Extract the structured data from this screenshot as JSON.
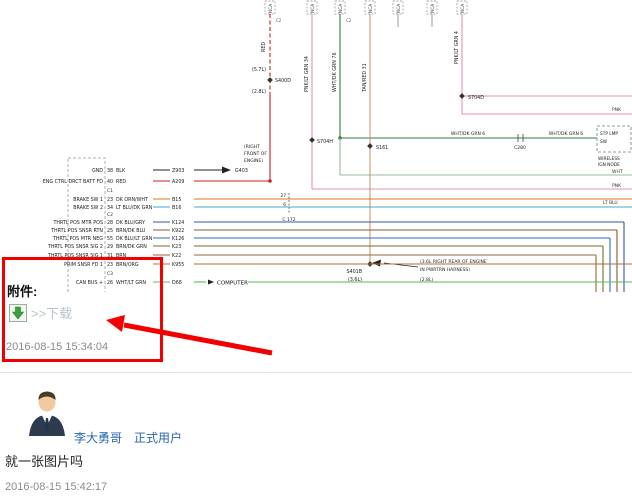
{
  "diagram": {
    "connector_top": {
      "nca": "NCA",
      "c2": "C2"
    },
    "splices": {
      "s400d": "S400D",
      "s704h": "S704H",
      "s704d": "S704D",
      "s161": "S161",
      "s401b": "S401B",
      "s401b_eng": "(3.6L)"
    },
    "wire_labels": {
      "red": "RED",
      "pnk34": "PNK/LT GRN 34",
      "wht76": "WHT/DK GRN 76",
      "tan31": "TAN/RED 31",
      "pnk4": "PNK/LT GRN 4",
      "eng57": "(5.7L)",
      "eng28": "(2.8L)"
    },
    "right": {
      "whtdkgrn6": "WHT/DK GRN 6",
      "c280": "C280",
      "pnk": "PNK",
      "wht": "WHT",
      "ltblu": "LT BLU",
      "stp1": "STP LMP",
      "stp2": "SW",
      "win1": "WIRELESS",
      "win2": "IGN NODE"
    },
    "ground": {
      "g403": "G403",
      "loc1": "(RIGHT",
      "loc2": "FRONT OF",
      "loc3": "ENGINE)"
    },
    "c172": {
      "label": "C 172",
      "pin_top": "27",
      "pin_bot": "6"
    },
    "note": {
      "line1": "(3.6L RIGHT REAR OF ENGINE",
      "line2": "IN PWRTRN HARNESS)",
      "eng28": "(2.8L)"
    },
    "computer": "COMPUTER",
    "connectors": {
      "c1": "C1",
      "c2": "C2",
      "c3": "C3"
    },
    "rows": [
      {
        "label": "GND",
        "pin": "38",
        "color": "BLK",
        "circuit": "Z903"
      },
      {
        "label": "ENG CTRL DRCT BATT FD",
        "pin": "40",
        "color": "RED",
        "circuit": "A209"
      },
      {
        "label": "BRAKE SW 1",
        "pin": "23",
        "color": "DK ORN/WHT",
        "circuit": "B15"
      },
      {
        "label": "BRAKE SW 2",
        "pin": "34",
        "color": "LT BLU/DK GRN",
        "circuit": "B16"
      },
      {
        "label": "THRTL POS MTR POS",
        "pin": "28",
        "color": "DK BLU/GRY",
        "circuit": "K124"
      },
      {
        "label": "THRTL POS SNSR RTN",
        "pin": "25",
        "color": "BRN/DK BLU",
        "circuit": "K922"
      },
      {
        "label": "THRTL POS MTR NEG",
        "pin": "55",
        "color": "DK BLU/LT GRN",
        "circuit": "K126"
      },
      {
        "label": "THRTL POS SNSR SIG 2",
        "pin": "29",
        "color": "BRN/DK GRN",
        "circuit": "K23"
      },
      {
        "label": "THRTL POS SNSR SIG 1",
        "pin": "31",
        "color": "BRN",
        "circuit": "K22"
      },
      {
        "label": "PRIM SNSR FD 1",
        "pin": "23",
        "color": "BRN/ORG",
        "circuit": "K955"
      },
      {
        "label": "CAN BUS +",
        "pin": "26",
        "color": "WHT/LT GRN",
        "circuit": "D68"
      }
    ]
  },
  "attachment": {
    "title": "附件:",
    "download": ">>下载",
    "timestamp": "2016-08-15 15:34:04"
  },
  "post": {
    "username": "李大勇哥",
    "badge": "正式用户",
    "message": "就一张图片吗",
    "timestamp": "2016-08-15 15:42:17"
  },
  "colors": {
    "annotation": "#f20000",
    "link": "#2767ad",
    "download_arrow": "#3aa03a"
  }
}
